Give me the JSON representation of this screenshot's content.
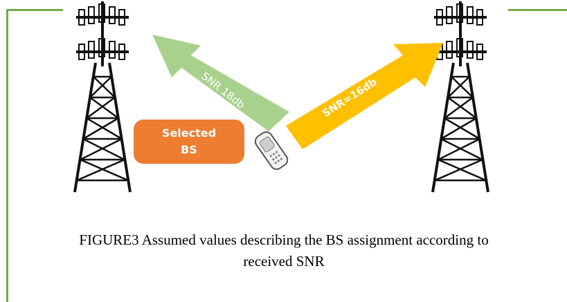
{
  "diagram": {
    "left_tower": "base-station-tower",
    "right_tower": "base-station-tower",
    "selected_box": {
      "line1": "Selected",
      "line2": "BS",
      "color": "#ed7d31"
    },
    "arrow_left": {
      "label": "SNR 18db",
      "color": "#a9d18e"
    },
    "arrow_right": {
      "label": "SNR=16db",
      "color": "#ffc000"
    },
    "device": "mobile-phone-icon",
    "frame_color": "#70ad47"
  },
  "caption": {
    "line1": "FIGURE3 Assumed values describing the  BS assignment according to",
    "line2": "received SNR"
  }
}
